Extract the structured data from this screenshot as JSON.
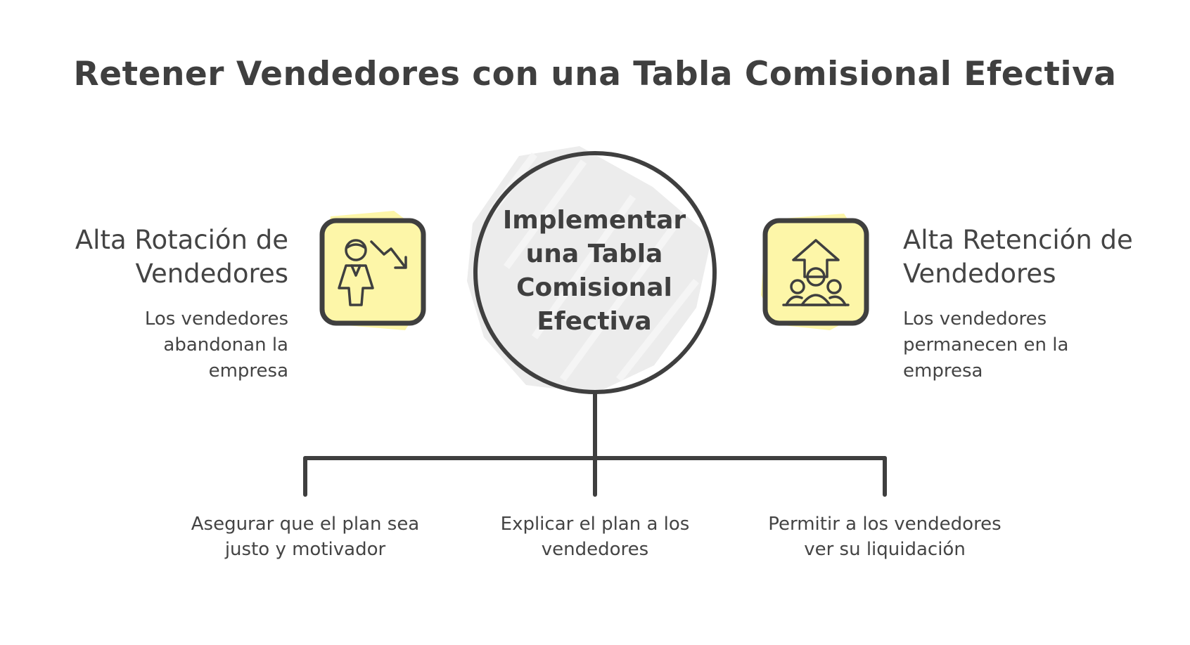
{
  "title": "Retener Vendedores con una Tabla Comisional Efectiva",
  "center": {
    "label": "Implementar una Tabla Comisional Efectiva"
  },
  "left_node": {
    "title": "Alta Rotación de Vendedores",
    "description": "Los vendedores abandonan la empresa",
    "icon": "person-decline-icon"
  },
  "right_node": {
    "title": "Alta Retención de Vendedores",
    "description": "Los vendedores permanecen en la empresa",
    "icon": "team-growth-icon"
  },
  "branches": [
    {
      "label": "Asegurar que el plan sea justo y motivador"
    },
    {
      "label": "Explicar el plan a los vendedores"
    },
    {
      "label": "Permitir a los vendedores ver su liquidación"
    }
  ],
  "colors": {
    "stroke": "#3f3f3f",
    "highlight": "#fdf6a8",
    "circle_fill": "#e9e9e9"
  }
}
